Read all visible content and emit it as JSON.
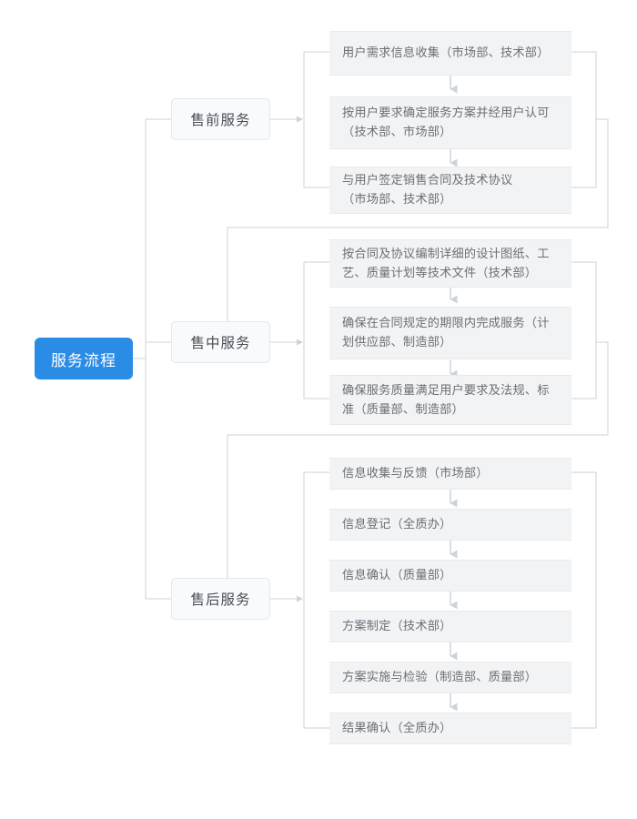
{
  "diagram": {
    "type": "tree-flowchart",
    "title": "服务流程",
    "root": {
      "label": "服务流程",
      "color": "#2b8ce6"
    },
    "branches": [
      {
        "label": "售前服务",
        "steps": [
          {
            "text": "用户需求信息收集（市场部、技术部）"
          },
          {
            "text": "按用户要求确定服务方案并经用户认可\n（技术部、市场部）"
          },
          {
            "text": "与用户签定销售合同及技术协议\n（市场部、技术部）"
          }
        ]
      },
      {
        "label": "售中服务",
        "steps": [
          {
            "text": "按合同及协议编制详细的设计图纸、工\n艺、质量计划等技术文件（技术部）"
          },
          {
            "text": "确保在合同规定的期限内完成服务（计\n划供应部、制造部）"
          },
          {
            "text": "确保服务质量满足用户要求及法规、标\n准（质量部、制造部）"
          }
        ]
      },
      {
        "label": "售后服务",
        "steps": [
          {
            "text": "信息收集与反馈（市场部）"
          },
          {
            "text": "信息登记（全质办）"
          },
          {
            "text": "信息确认（质量部）"
          },
          {
            "text": "方案制定（技术部）"
          },
          {
            "text": "方案实施与检验（制造部、质量部）"
          },
          {
            "text": "结果确认（全质办）"
          }
        ]
      }
    ],
    "colors": {
      "root_fill": "#2b8ce6",
      "root_text": "#ffffff",
      "level2_fill": "#f8fafc",
      "level2_border": "#e2e8ee",
      "level2_text": "#4a4f56",
      "leaf_fill": "#f2f3f5",
      "leaf_text": "#6b7076",
      "connector": "#ccd3da",
      "arrow": "#ccd3da",
      "background": "#ffffff"
    }
  }
}
